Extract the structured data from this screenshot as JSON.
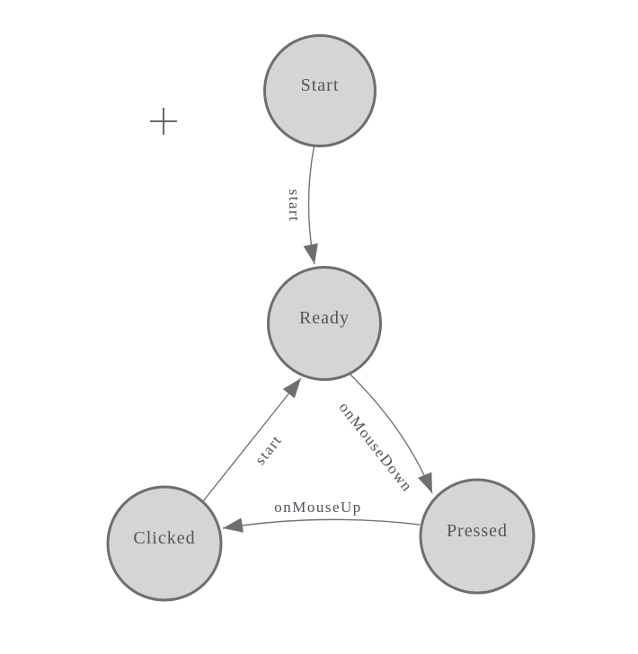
{
  "diagram": {
    "type": "state-machine",
    "icons": {
      "origin_marker": "plus-crosshair"
    },
    "nodes": [
      {
        "id": "start",
        "label": "Start"
      },
      {
        "id": "ready",
        "label": "Ready"
      },
      {
        "id": "clicked",
        "label": "Clicked"
      },
      {
        "id": "pressed",
        "label": "Pressed"
      }
    ],
    "edges": [
      {
        "from": "start",
        "to": "ready",
        "label": "start"
      },
      {
        "from": "clicked",
        "to": "ready",
        "label": "start"
      },
      {
        "from": "ready",
        "to": "pressed",
        "label": "onMouseDown"
      },
      {
        "from": "pressed",
        "to": "clicked",
        "label": "onMouseUp"
      }
    ],
    "colors": {
      "canvas_bg": "#ffffff",
      "node_fill": "#d5d5d5",
      "node_stroke": "#6e6e6e",
      "node_text": "#555555",
      "edge_stroke": "#737373",
      "edge_text": "#4f4f58",
      "arrow_fill": "#6e6e6e",
      "origin_marker_color": "#6a6a6a"
    }
  }
}
